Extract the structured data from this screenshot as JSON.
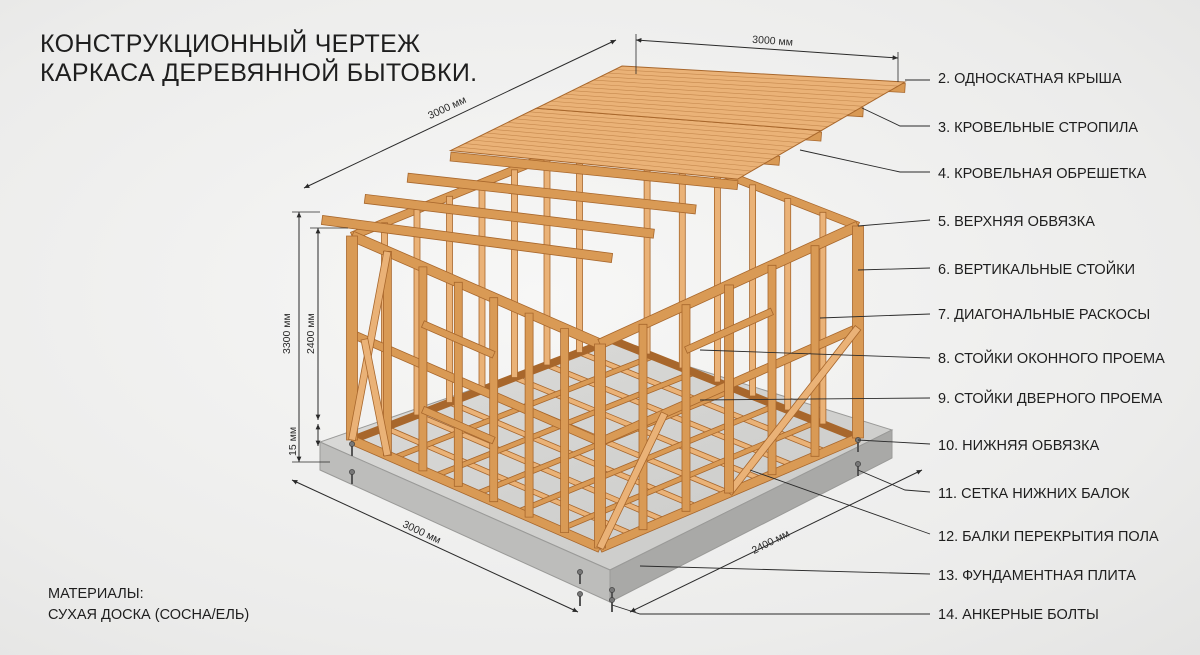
{
  "title": {
    "line1": "КОНСТРУКЦИОННЫЙ ЧЕРТЕЖ",
    "line2": "КАРКАСА ДЕРЕВЯННОЙ БЫТОВКИ."
  },
  "dimensions": {
    "roof_width": "3000 мм",
    "roof_depth": "3000 мм",
    "total_height": "3300 мм",
    "wall_height": "2400 мм",
    "slab_height": "15 мм",
    "base_width": "3000 мм",
    "base_depth": "2400 мм"
  },
  "legend": [
    "2. ОДНОСКАТНАЯ КРЫША",
    "3. КРОВЕЛЬНЫЕ СТРОПИЛА",
    "4. КРОВЕЛЬНАЯ ОБРЕШЕТКА",
    "5. ВЕРХНЯЯ ОБВЯЗКА",
    "6. ВЕРТИКАЛЬНЫЕ СТОЙКИ",
    "7. ДИАГОНАЛЬНЫЕ РАСКОСЫ",
    "8. СТОЙКИ ОКОННОГО ПРОЕМА",
    "9. СТОЙКИ ДВЕРНОГО ПРОЕМА",
    "10. НИЖНЯЯ ОБВЯЗКА",
    "11. СЕТКА НИЖНИХ БАЛОК",
    "12. БАЛКИ ПЕРЕКРЫТИЯ ПОЛА",
    "13. ФУНДАМЕНТНАЯ ПЛИТА",
    "14. АНКЕРНЫЕ БОЛТЫ"
  ],
  "materials": {
    "heading": "МАТЕРИАЛЫ:",
    "value": "СУХАЯ ДОСКА (СОСНА/ЕЛЬ)"
  },
  "colors": {
    "wood": "#d99a55",
    "wood_dark": "#a8672c",
    "wood_light": "#eab277",
    "slab": "#d4d4d2",
    "slab_side": "#b7b7b5",
    "line": "#2a2a2a"
  }
}
